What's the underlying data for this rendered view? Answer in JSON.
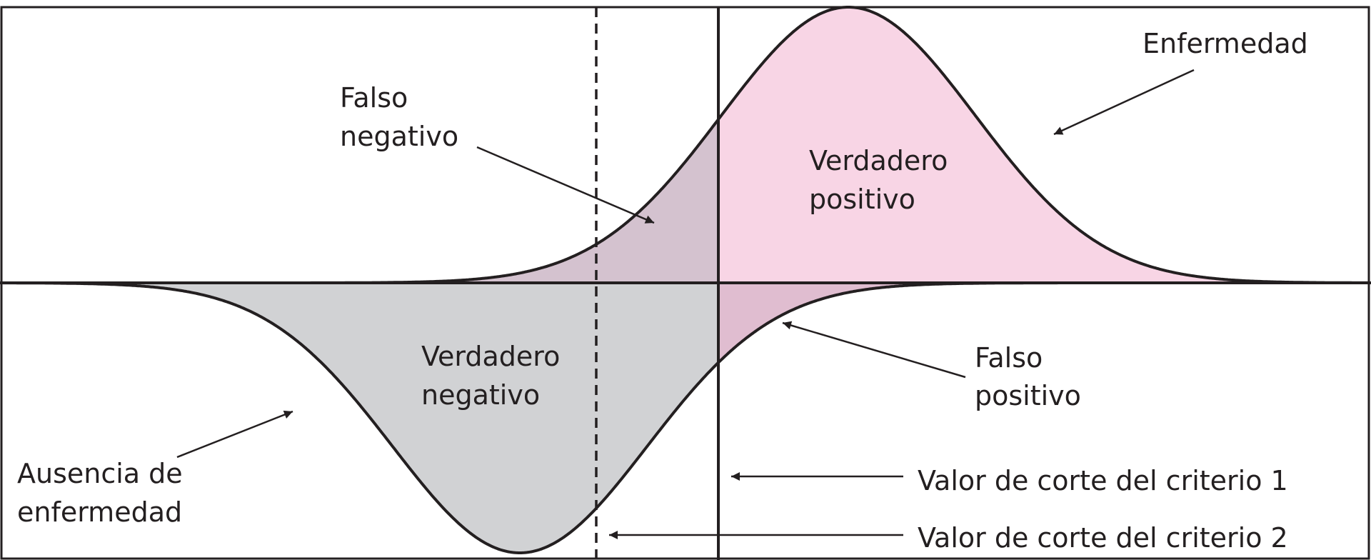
{
  "diagram": {
    "labels": {
      "disease": "Enfermedad",
      "false_negative": [
        "Falso",
        "negativo"
      ],
      "true_positive": [
        "Verdadero",
        "positivo"
      ],
      "true_negative": [
        "Verdadero",
        "negativo"
      ],
      "false_positive": [
        "Falso",
        "positivo"
      ],
      "no_disease": [
        "Ausencia de",
        "enfermedad"
      ],
      "cutoff_1": "Valor de corte del criterio 1",
      "cutoff_2": "Valor de corte del criterio 2"
    },
    "colors": {
      "true_positive_fill": "#f8d5e5",
      "false_negative_fill": "#d4c2cf",
      "true_negative_fill": "#d1d2d4",
      "false_positive_fill": "#e0bdd0",
      "line": "#231f20",
      "background": "#ffffff"
    }
  }
}
